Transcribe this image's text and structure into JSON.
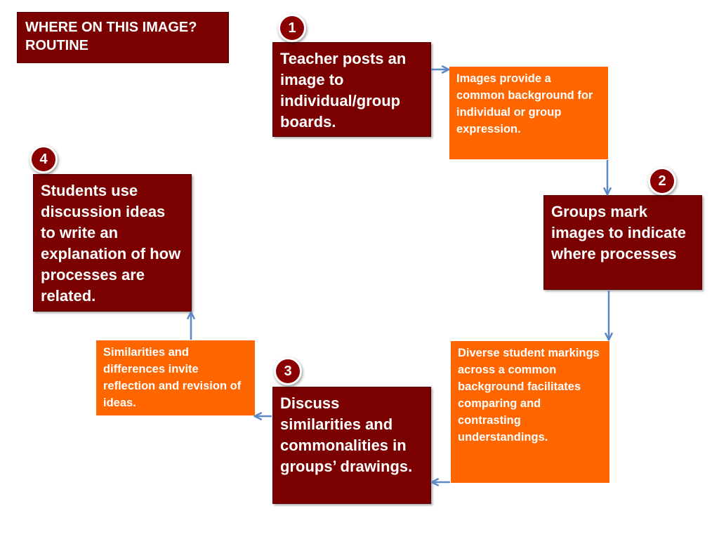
{
  "title": "WHERE ON THIS IMAGE? ROUTINE",
  "steps": [
    {
      "number": "1",
      "text": "Teacher posts an image to individual/group boards."
    },
    {
      "number": "2",
      "text": "Groups mark images to indicate where processes"
    },
    {
      "number": "3",
      "text": "Discuss similarities and commonalities in groups’ drawings."
    },
    {
      "number": "4",
      "text": "Students use discussion ideas to write an explanation of how processes are related."
    }
  ],
  "notes": [
    {
      "text": "Images provide a common background for individual or group expression."
    },
    {
      "text": "Diverse student markings across a common background facilitates comparing and contrasting understandings."
    },
    {
      "text": "Similarities and differences invite reflection and revision of ideas."
    }
  ],
  "colors": {
    "step_box": "#7b0000",
    "note_box": "#ff6600",
    "arrow": "#5b87c5"
  }
}
